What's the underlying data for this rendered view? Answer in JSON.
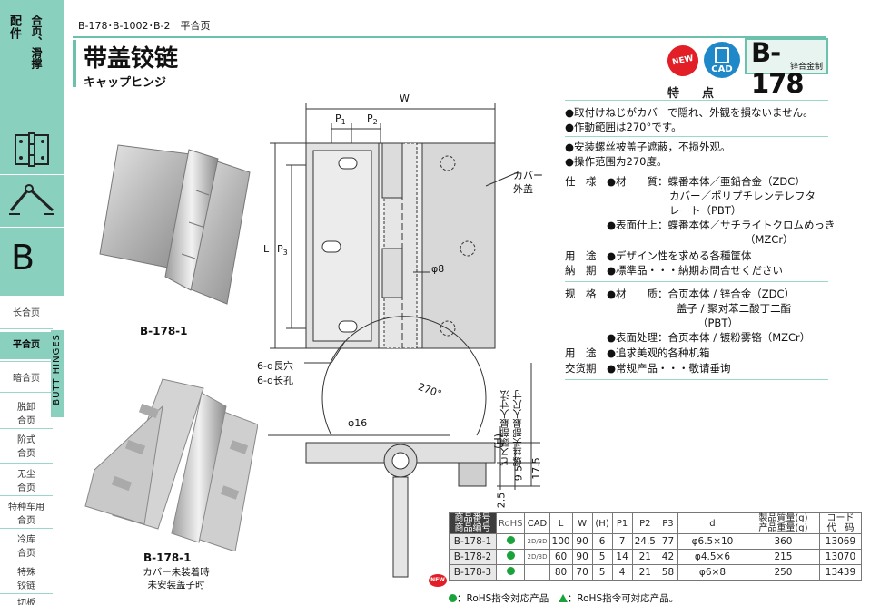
{
  "sidebar": {
    "category_jp": "配件",
    "category_cn": "合页、滑撑",
    "letter": "B",
    "butt_label": "BUTT HINGES",
    "items": [
      "长合页",
      "平合页",
      "暗合页",
      "脱卸\n合页",
      "阶式\n合页",
      "无尘\n合页",
      "特种车用\n合页",
      "冷库\n合页",
      "特殊\n铰链",
      "切板"
    ]
  },
  "header": {
    "breadcrumb": "B-178･B-1002･B-2　平合页",
    "title": "带盖铰链",
    "subtitle": "キャップヒンジ",
    "new_badge": "NEW",
    "cad_badge": "CAD",
    "model": "B-178",
    "material": "锌合金制"
  },
  "features": {
    "heading": "特　点",
    "jp": [
      "●取付けねじがカバーで隠れ、外観を損ないません。",
      "●作動範囲は270°です。"
    ],
    "cn": [
      "●安装螺丝被盖子遮蔽，不损外观。",
      "●操作范围为270度。"
    ]
  },
  "spec_jp": {
    "label": "仕　様",
    "lines": [
      "●材　　質：蝶番本体／亜鉛合金（ZDC）",
      "カバー／ポリプチレンテレフタ",
      "レート（PBT）",
      "●表面仕上：蝶番本体／サチライトクロムめっき",
      "（MZCr）"
    ],
    "use_label": "用　途",
    "use": "●デザイン性を求める各種筐体",
    "delivery_label": "納　期",
    "delivery": "●標準品・・・納期お問合せください"
  },
  "spec_cn": {
    "label": "规　格",
    "lines": [
      "●材　　质：合页本体 / 锌合金（ZDC）",
      "盖子 / 聚对苯二酸丁二酯",
      "（PBT）",
      "●表面处理：合页本体 / 镀粉雾铬（MZCr）"
    ],
    "use_label": "用　途",
    "use": "●追求美观的各种机箱",
    "delivery_label": "交货期",
    "delivery": "●常规产品・・・敬请垂询"
  },
  "photos": {
    "top_caption": "B-178-1",
    "bottom_caption": "B-178-1",
    "bottom_note_jp": "カバー未装着時",
    "bottom_note_cn": "未安装盖子时"
  },
  "drawing": {
    "W": "W",
    "P1": "P",
    "P2": "P",
    "P1_sub": "1",
    "P2_sub": "2",
    "L": "L",
    "P3": "P",
    "P3_sub": "3",
    "cover_jp": "カバー",
    "cover_cn": "外盖",
    "phi8": "φ8",
    "hole_jp": "6-d長穴",
    "hole_cn": "6-d长孔",
    "angle": "270°",
    "phi16": "φ16",
    "H": "(H)",
    "d95": "9.5",
    "d175": "17.5",
    "d25": "2.5",
    "screw_jp": "ビス頭部最大寸法",
    "screw_cn": "螺丝头部最大尺寸"
  },
  "table": {
    "headers": [
      "商品番号\n商品编号",
      "RoHS",
      "CAD",
      "L",
      "W",
      "(H)",
      "P1",
      "P2",
      "P3",
      "d",
      "製品質量(g)\n产品重量(g)",
      "コード\n代　码"
    ],
    "rows": [
      {
        "name": "B-178-1",
        "cad": "2D/3D",
        "L": "100",
        "W": "90",
        "H": "6",
        "P1": "7",
        "P2": "24.5",
        "P3": "77",
        "d": "φ6.5×10",
        "mass": "360",
        "code": "13069"
      },
      {
        "name": "B-178-2",
        "cad": "2D/3D",
        "L": "60",
        "W": "90",
        "H": "5",
        "P1": "14",
        "P2": "21",
        "P3": "42",
        "d": "φ4.5×6",
        "mass": "215",
        "code": "13070"
      },
      {
        "name": "B-178-3",
        "cad": "",
        "L": "80",
        "W": "70",
        "H": "5",
        "P1": "4",
        "P2": "21",
        "P3": "58",
        "d": "φ6×8",
        "mass": "250",
        "code": "13439"
      }
    ],
    "new_mark": "NEW",
    "legend": "：RoHS指令対応产品　",
    "legend2": "：RoHS指令可対応产品。"
  },
  "colors": {
    "accent": "#8ad0bf",
    "rule": "#6cc1ad",
    "new": "#e21f26",
    "cad": "#1e88c8",
    "rohs": "#1aa33b"
  }
}
